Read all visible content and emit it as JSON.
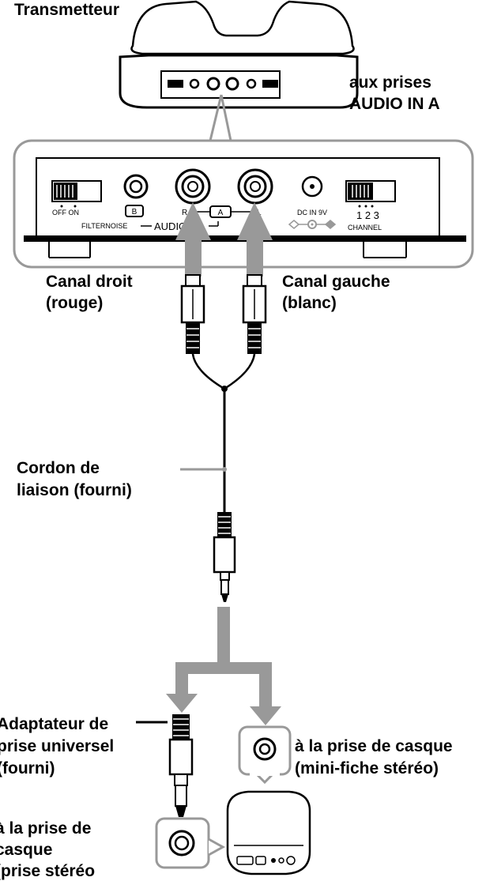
{
  "labels": {
    "transmitter": "Transmetteur",
    "audio_in_a_line1": "aux prises",
    "audio_in_a_line2": "AUDIO IN A",
    "right_channel_line1": "Canal  droit",
    "right_channel_line2": "(rouge)",
    "left_channel_line1": "Canal gauche",
    "left_channel_line2": "(blanc)",
    "cord_line1": "Cordon de",
    "cord_line2": "liaison (fourni)",
    "adaptor_line1": "Adaptateur de",
    "adaptor_line2": "prise universel",
    "adaptor_line3": "(fourni)",
    "mini_jack_line1": "à la prise de casque",
    "mini_jack_line2": "(mini-fiche stéréo)",
    "std_jack_line1": "à la prise de",
    "std_jack_line2": "casque",
    "std_jack_line3": "(prise stéréo"
  },
  "panel": {
    "off_on": "OFF ON",
    "filter_noise": "FILTERNOISE",
    "b": "B",
    "a": "A",
    "r": "R",
    "l": "L",
    "audio_in": "AUDIO IN",
    "dc_in": "DC IN 9V",
    "channel_numbers": "1 2 3",
    "channel": "CHANNEL"
  }
}
